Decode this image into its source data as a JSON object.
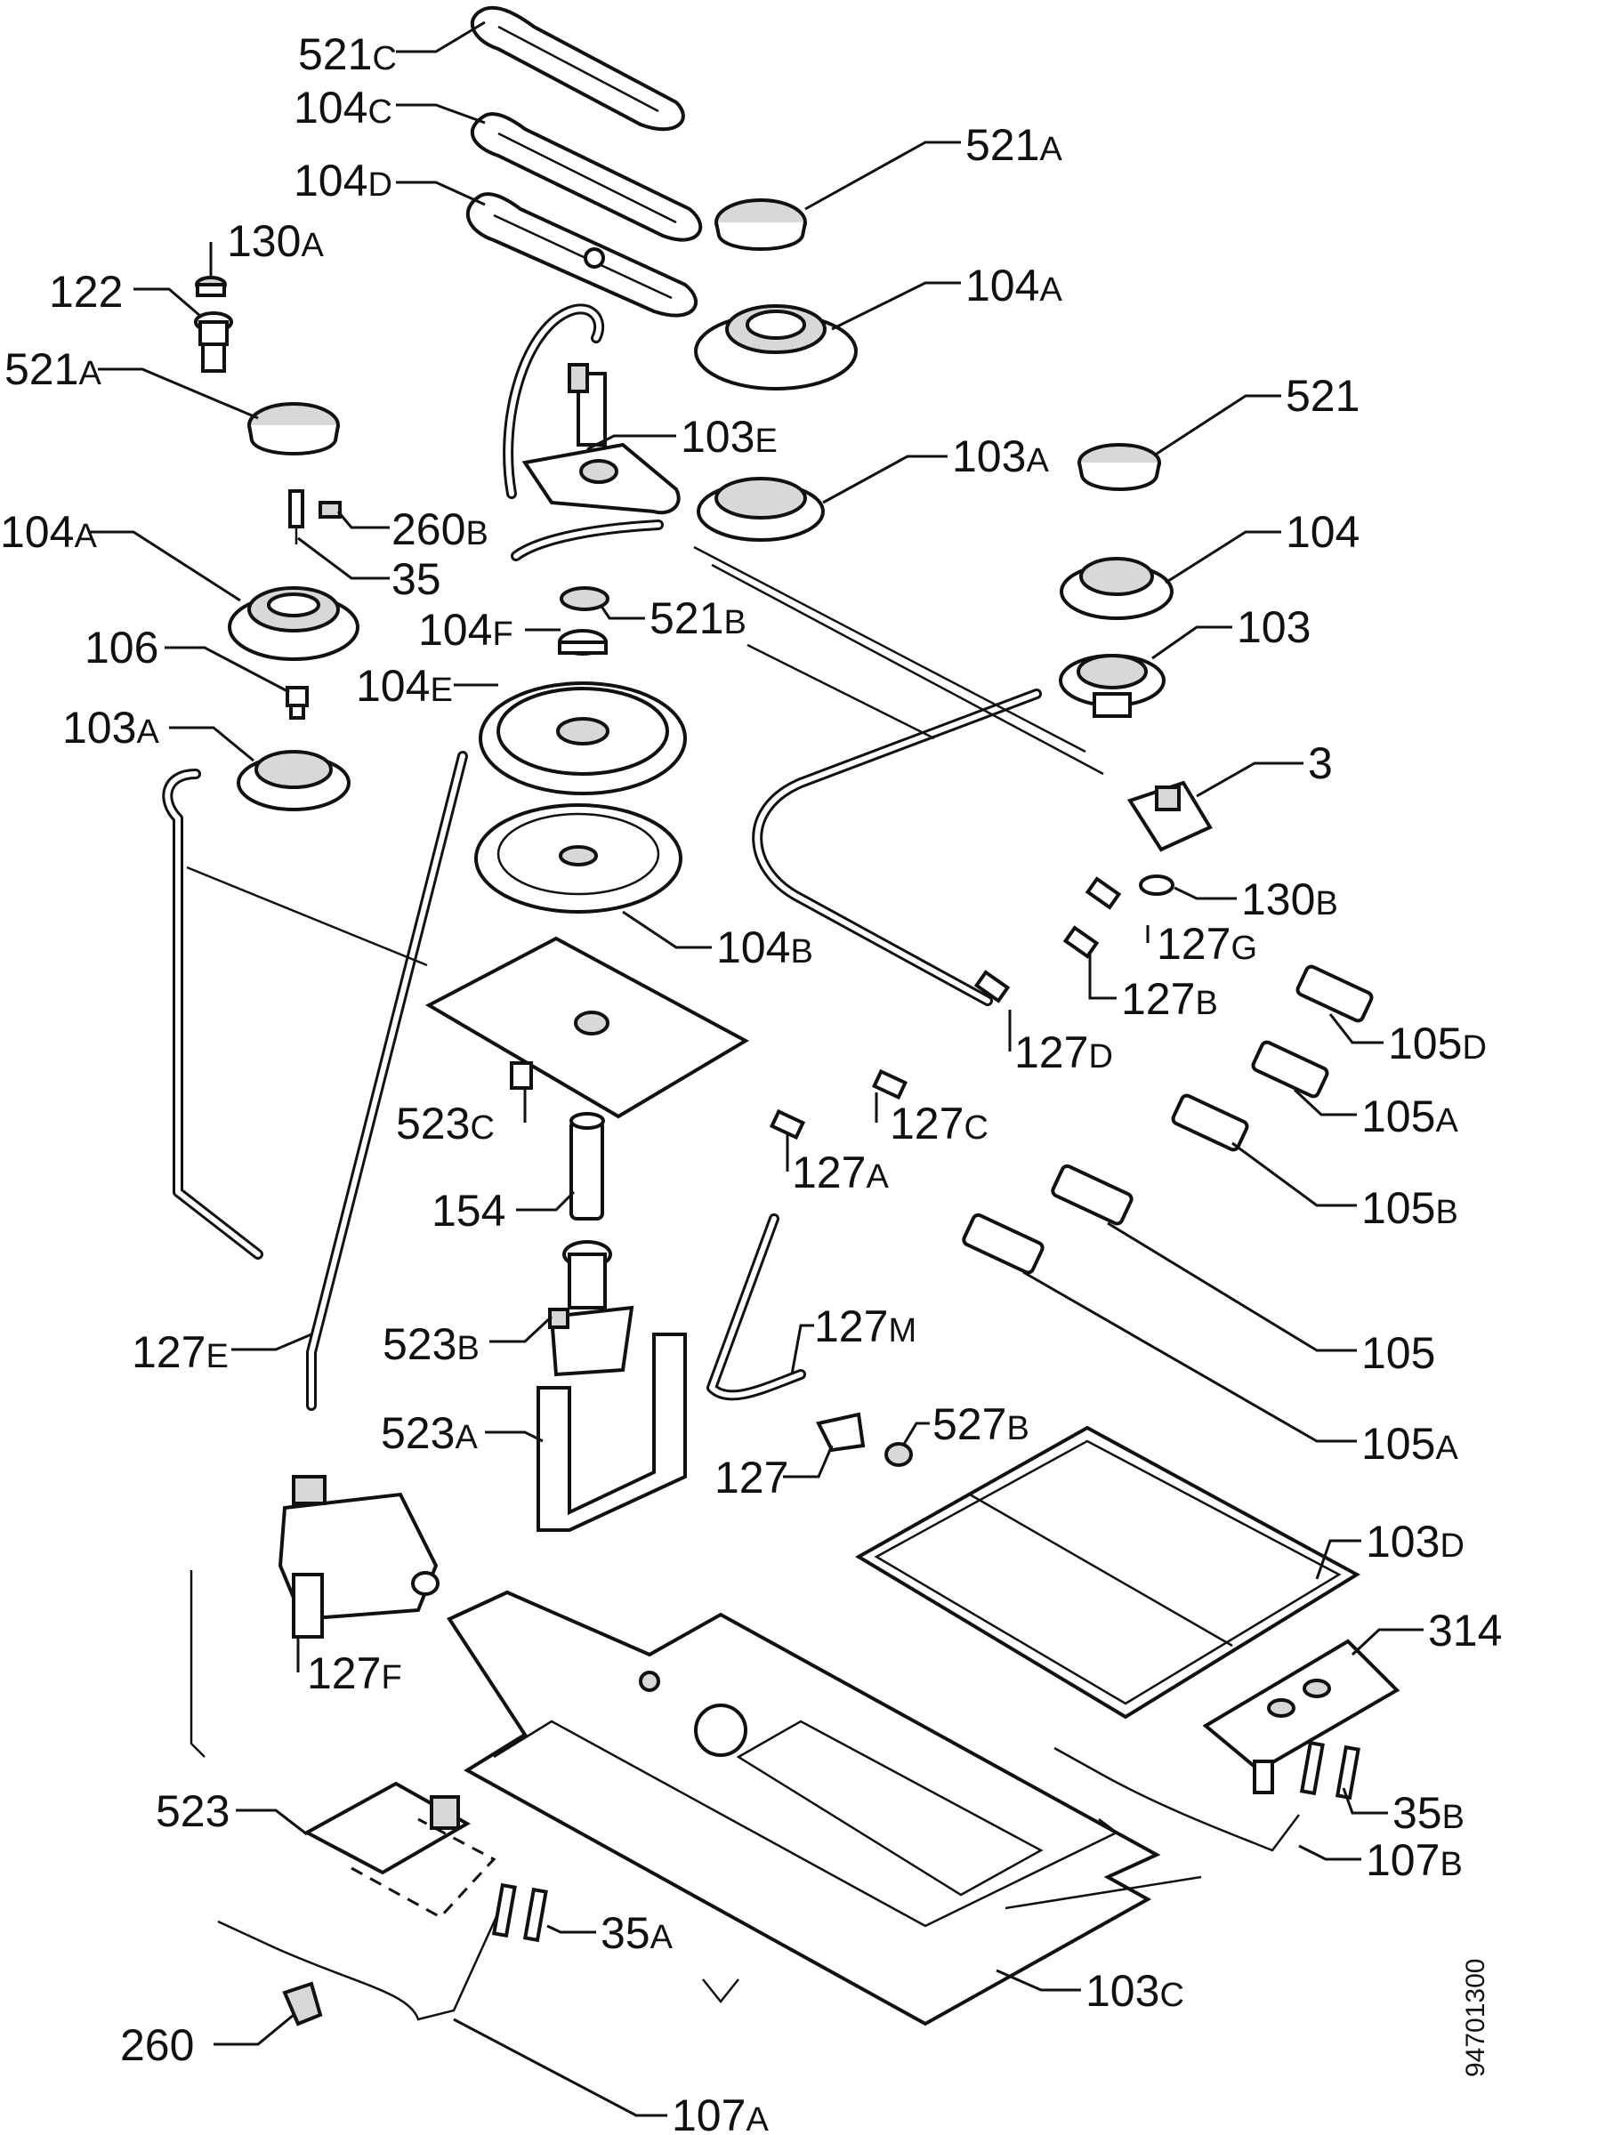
{
  "drawing_number": "94701300",
  "callouts": [
    {
      "id": "521c",
      "num": "521",
      "sfx": "C"
    },
    {
      "id": "104c",
      "num": "104",
      "sfx": "C"
    },
    {
      "id": "104d",
      "num": "104",
      "sfx": "D"
    },
    {
      "id": "521a-top",
      "num": "521",
      "sfx": "A"
    },
    {
      "id": "104a-top",
      "num": "104",
      "sfx": "A"
    },
    {
      "id": "130a",
      "num": "130",
      "sfx": "A"
    },
    {
      "id": "122",
      "num": "122",
      "sfx": ""
    },
    {
      "id": "521a-left",
      "num": "521",
      "sfx": "A"
    },
    {
      "id": "103e",
      "num": "103",
      "sfx": "E"
    },
    {
      "id": "103a-top",
      "num": "103",
      "sfx": "A"
    },
    {
      "id": "521",
      "num": "521",
      "sfx": ""
    },
    {
      "id": "260b",
      "num": "260",
      "sfx": "B"
    },
    {
      "id": "104a-left",
      "num": "104",
      "sfx": "A"
    },
    {
      "id": "35",
      "num": "35",
      "sfx": ""
    },
    {
      "id": "104",
      "num": "104",
      "sfx": ""
    },
    {
      "id": "104f",
      "num": "104",
      "sfx": "F"
    },
    {
      "id": "521b",
      "num": "521",
      "sfx": "B"
    },
    {
      "id": "103",
      "num": "103",
      "sfx": ""
    },
    {
      "id": "106",
      "num": "106",
      "sfx": ""
    },
    {
      "id": "104e",
      "num": "104",
      "sfx": "E"
    },
    {
      "id": "103a-left",
      "num": "103",
      "sfx": "A"
    },
    {
      "id": "3",
      "num": "3",
      "sfx": ""
    },
    {
      "id": "130b",
      "num": "130",
      "sfx": "B"
    },
    {
      "id": "127g",
      "num": "127",
      "sfx": "G"
    },
    {
      "id": "104b",
      "num": "104",
      "sfx": "B"
    },
    {
      "id": "127b",
      "num": "127",
      "sfx": "B"
    },
    {
      "id": "127d",
      "num": "127",
      "sfx": "D"
    },
    {
      "id": "105d",
      "num": "105",
      "sfx": "D"
    },
    {
      "id": "523c",
      "num": "523",
      "sfx": "C"
    },
    {
      "id": "127c",
      "num": "127",
      "sfx": "C"
    },
    {
      "id": "105a-top",
      "num": "105",
      "sfx": "A"
    },
    {
      "id": "127a",
      "num": "127",
      "sfx": "A"
    },
    {
      "id": "154",
      "num": "154",
      "sfx": ""
    },
    {
      "id": "105b",
      "num": "105",
      "sfx": "B"
    },
    {
      "id": "127m",
      "num": "127",
      "sfx": "M"
    },
    {
      "id": "523b",
      "num": "523",
      "sfx": "B"
    },
    {
      "id": "127e",
      "num": "127",
      "sfx": "E"
    },
    {
      "id": "105",
      "num": "105",
      "sfx": ""
    },
    {
      "id": "523a",
      "num": "523",
      "sfx": "A"
    },
    {
      "id": "527b",
      "num": "527",
      "sfx": "B"
    },
    {
      "id": "127",
      "num": "127",
      "sfx": ""
    },
    {
      "id": "105a-bottom",
      "num": "105",
      "sfx": "A"
    },
    {
      "id": "103d",
      "num": "103",
      "sfx": "D"
    },
    {
      "id": "127f",
      "num": "127",
      "sfx": "F"
    },
    {
      "id": "314",
      "num": "314",
      "sfx": ""
    },
    {
      "id": "35b",
      "num": "35",
      "sfx": "B"
    },
    {
      "id": "523",
      "num": "523",
      "sfx": ""
    },
    {
      "id": "107b",
      "num": "107",
      "sfx": "B"
    },
    {
      "id": "35a",
      "num": "35",
      "sfx": "A"
    },
    {
      "id": "103c",
      "num": "103",
      "sfx": "C"
    },
    {
      "id": "260",
      "num": "260",
      "sfx": ""
    },
    {
      "id": "107a",
      "num": "107",
      "sfx": "A"
    }
  ]
}
